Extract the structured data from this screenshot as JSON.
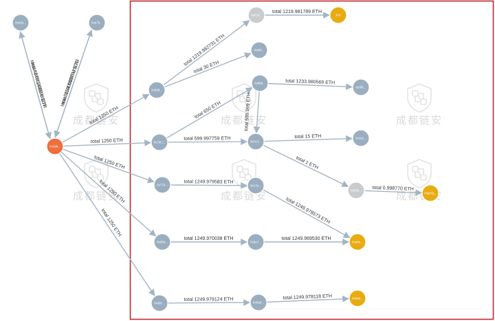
{
  "colors": {
    "node_default": "#9aaebf",
    "node_source": "#ee6e3c",
    "node_exchange": "#e8ab12",
    "node_neutral": "#c8cccf",
    "edge": "#a3b4c4",
    "highlight_box": "#c0282d"
  },
  "watermark": {
    "text": "成都链安",
    "icon": "chain-shield-icon"
  },
  "nodes": [
    {
      "id": "n1",
      "label": "0x4d1...",
      "kind": "default"
    },
    {
      "id": "n2",
      "label": "0xe79...",
      "kind": "default"
    },
    {
      "id": "src",
      "label": "0x098...",
      "kind": "source"
    },
    {
      "id": "a",
      "label": "0x5d8...",
      "kind": "default"
    },
    {
      "id": "b",
      "label": "0x79C...",
      "kind": "default"
    },
    {
      "id": "c",
      "label": "0x779...",
      "kind": "default"
    },
    {
      "id": "d",
      "label": "0xd6a...",
      "kind": "default"
    },
    {
      "id": "e",
      "label": "0xd8c...",
      "kind": "default"
    },
    {
      "id": "f",
      "label": "0x6c9...",
      "kind": "neutral"
    },
    {
      "id": "g",
      "label": "0xf09...",
      "kind": "default"
    },
    {
      "id": "h",
      "label": "0x8bb...",
      "kind": "default"
    },
    {
      "id": "i",
      "label": "0x7e3...",
      "kind": "default"
    },
    {
      "id": "j",
      "label": "0x17e...",
      "kind": "default"
    },
    {
      "id": "k",
      "label": "0x8e7...",
      "kind": "default"
    },
    {
      "id": "l",
      "label": "0x0f9...",
      "kind": "default"
    },
    {
      "id": "fix",
      "label": "FIX",
      "kind": "exchange"
    },
    {
      "id": "m",
      "label": "0x10c...",
      "kind": "default"
    },
    {
      "id": "o",
      "label": "0x8ab...",
      "kind": "default"
    },
    {
      "id": "p",
      "label": "0x82b...",
      "kind": "neutral"
    },
    {
      "id": "q",
      "label": "0xgHQ...",
      "kind": "exchange"
    },
    {
      "id": "r",
      "label": "0xa0e...",
      "kind": "exchange"
    },
    {
      "id": "s",
      "label": "0x6de...",
      "kind": "exchange"
    }
  ],
  "edges": [
    {
      "from": "src",
      "to": "n1",
      "label": "total 14652000 USDT"
    },
    {
      "from": "n1",
      "to": "src",
      "label": "total 4870.143696 ETH"
    },
    {
      "from": "src",
      "to": "n2",
      "label": "total 3694.533794 ETH"
    },
    {
      "from": "n2",
      "to": "src",
      "label": "total 11000000 USDC"
    },
    {
      "from": "src",
      "to": "a",
      "label": "total 1250 ETH"
    },
    {
      "from": "src",
      "to": "b",
      "label": "total 1250 ETH"
    },
    {
      "from": "src",
      "to": "c",
      "label": "total 1250 ETH"
    },
    {
      "from": "src",
      "to": "d",
      "label": "total 1250 ETH"
    },
    {
      "from": "src",
      "to": "e",
      "label": "total 1250 ETH"
    },
    {
      "from": "a",
      "to": "f",
      "label": "total 1219.982731 ETH"
    },
    {
      "from": "a",
      "to": "g",
      "label": "total 30 ETH"
    },
    {
      "from": "f",
      "to": "fix",
      "label": "total 1219.981789 ETH"
    },
    {
      "from": "b",
      "to": "h",
      "label": "total 650 ETH"
    },
    {
      "from": "b",
      "to": "i",
      "label": "total 599.997759 ETH"
    },
    {
      "from": "h",
      "to": "i",
      "label": "total 599.999 ETH"
    },
    {
      "from": "h",
      "to": "l",
      "label": "total 1233.980569 ETH"
    },
    {
      "from": "i",
      "to": "m",
      "label": "total 15 ETH"
    },
    {
      "from": "i",
      "to": "p",
      "label": "total 1 ETH"
    },
    {
      "from": "p",
      "to": "q",
      "label": "total 0.998770 ETH"
    },
    {
      "from": "c",
      "to": "j",
      "label": "total 1249.979583 ETH"
    },
    {
      "from": "j",
      "to": "r",
      "label": "total 1249.978573 ETH"
    },
    {
      "from": "d",
      "to": "k",
      "label": "total 1249.970038 ETH"
    },
    {
      "from": "k",
      "to": "r",
      "label": "total 1249.969530 ETH"
    },
    {
      "from": "e",
      "to": "o",
      "label": "total 1249.979124 ETH"
    },
    {
      "from": "o",
      "to": "s",
      "label": "total 1249.978118 ETH"
    }
  ]
}
